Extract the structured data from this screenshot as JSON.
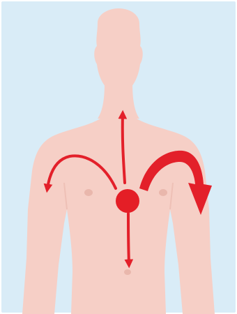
{
  "figure": {
    "colors": {
      "background": "#d9ecf7",
      "skin": "#f6cfc6",
      "skin_shadow": "#eec0b6",
      "nipple": "#e9b7ac",
      "arrow": "#e3202a",
      "center_dot": "#e41e26"
    },
    "elements": {
      "body": "torso-silhouette",
      "center": "chest-center-point",
      "arrows": [
        "arrow-up-to-neck",
        "arrow-to-left-arm",
        "arrow-to-right-arm",
        "arrow-down-to-abdomen"
      ]
    }
  }
}
